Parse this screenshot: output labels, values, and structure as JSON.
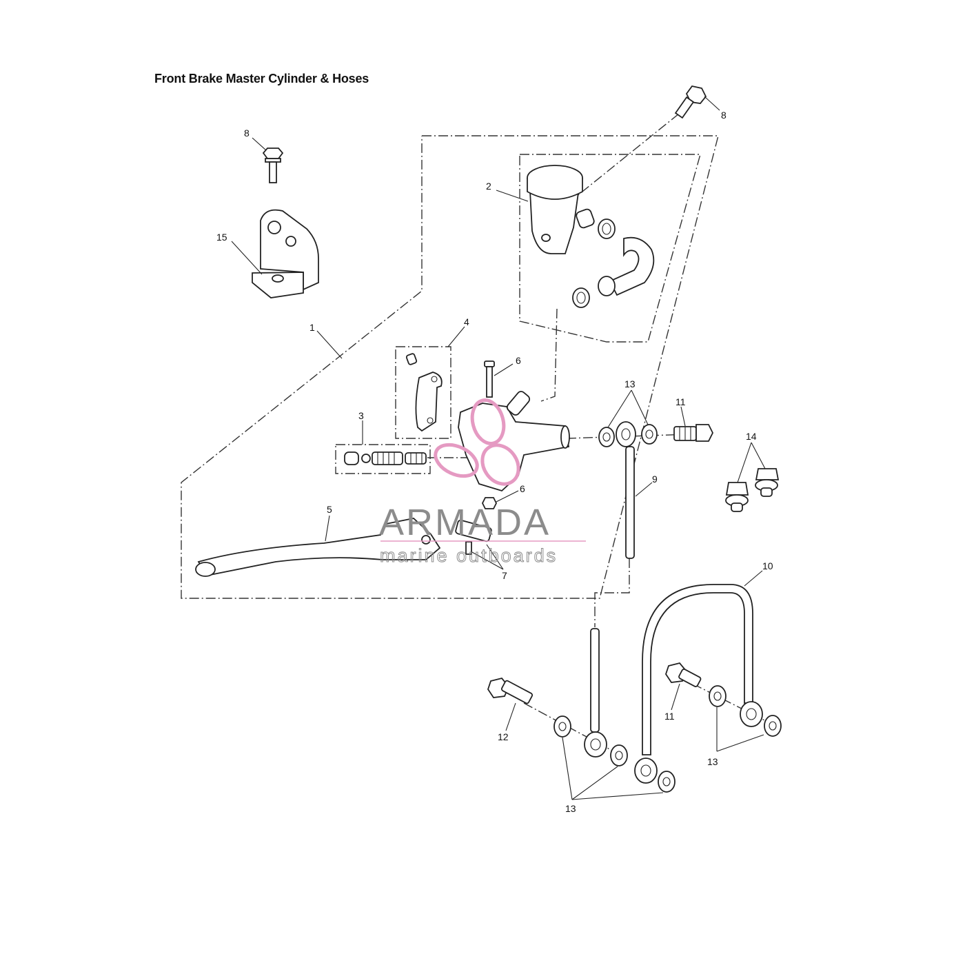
{
  "title": "Front Brake Master Cylinder & Hoses",
  "callouts": [
    {
      "id": "c8a",
      "text": "8"
    },
    {
      "id": "c8b",
      "text": "8"
    },
    {
      "id": "c2",
      "text": "2"
    },
    {
      "id": "c15",
      "text": "15"
    },
    {
      "id": "c1",
      "text": "1"
    },
    {
      "id": "c4",
      "text": "4"
    },
    {
      "id": "c6a",
      "text": "6"
    },
    {
      "id": "c3",
      "text": "3"
    },
    {
      "id": "c6b",
      "text": "6"
    },
    {
      "id": "c5",
      "text": "5"
    },
    {
      "id": "c7",
      "text": "7"
    },
    {
      "id": "c13a",
      "text": "13"
    },
    {
      "id": "c11a",
      "text": "11"
    },
    {
      "id": "c14",
      "text": "14"
    },
    {
      "id": "c9",
      "text": "9"
    },
    {
      "id": "c10",
      "text": "10"
    },
    {
      "id": "c12",
      "text": "12"
    },
    {
      "id": "c11b",
      "text": "11"
    },
    {
      "id": "c13b",
      "text": "13"
    },
    {
      "id": "c13c",
      "text": "13"
    }
  ],
  "watermark": {
    "brand": "ARMADA",
    "tagline": "marine outboards",
    "logo_color": "#e59ac2",
    "text_color": "#8c8c8c"
  }
}
